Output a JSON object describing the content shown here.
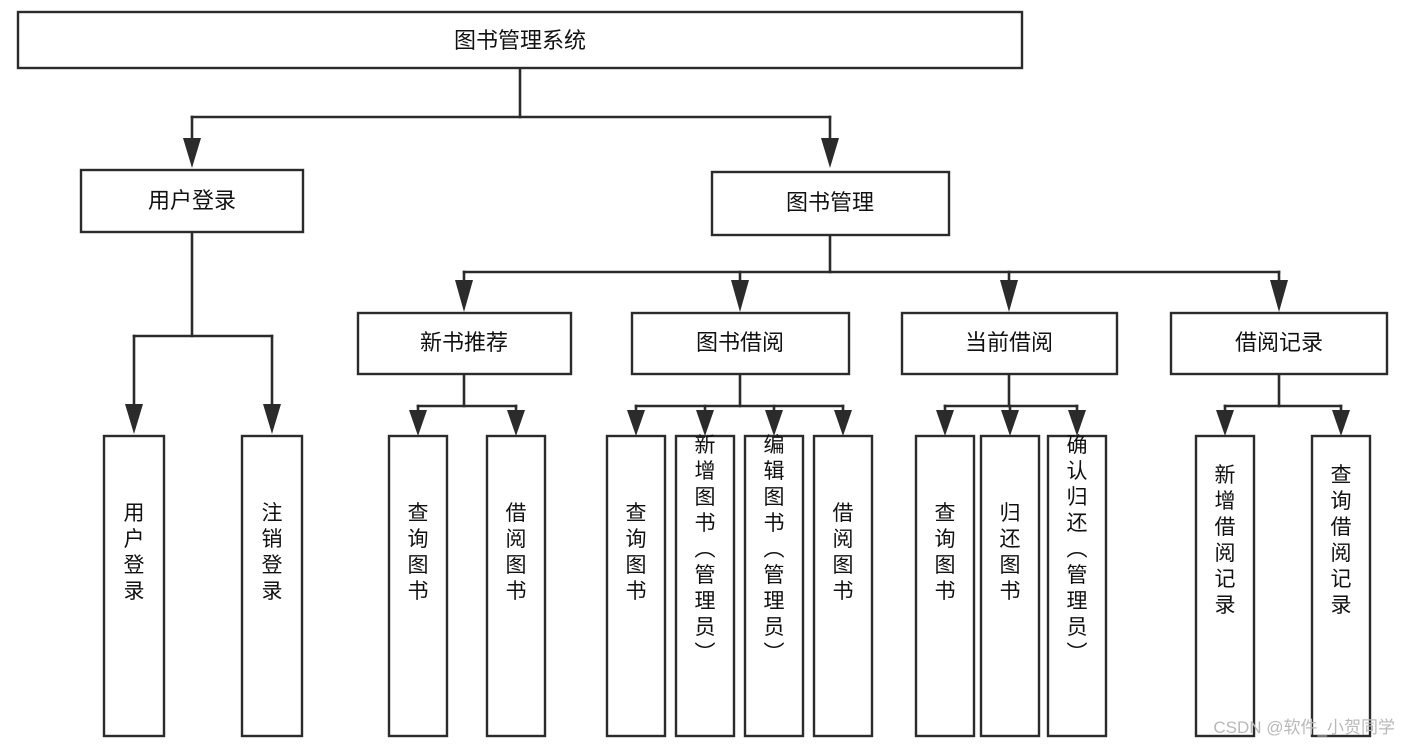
{
  "diagram": {
    "title": "图书管理系统",
    "type": "tree-hierarchy",
    "orientation": "top-down",
    "colors": {
      "box_fill": "#ffffff",
      "box_stroke": "#2b2b2b",
      "connector": "#2b2b2b",
      "text": "#111111",
      "watermark": "#b9b9b9",
      "background": "#ffffff"
    },
    "root": {
      "id": "root",
      "label": "图书管理系统",
      "orientation": "horizontal"
    },
    "level2": [
      {
        "id": "user-login",
        "label": "用户登录",
        "orientation": "horizontal"
      },
      {
        "id": "book-manage",
        "label": "图书管理",
        "orientation": "horizontal"
      }
    ],
    "level3": [
      {
        "id": "new-book-recommend",
        "label": "新书推荐",
        "orientation": "horizontal",
        "parent": "book-manage"
      },
      {
        "id": "book-borrow",
        "label": "图书借阅",
        "orientation": "horizontal",
        "parent": "book-manage"
      },
      {
        "id": "current-borrow",
        "label": "当前借阅",
        "orientation": "horizontal",
        "parent": "book-manage"
      },
      {
        "id": "borrow-record",
        "label": "借阅记录",
        "orientation": "horizontal",
        "parent": "book-manage"
      }
    ],
    "leaves": [
      {
        "id": "leaf-user-login",
        "label": "用户登录",
        "orientation": "vertical",
        "parent": "user-login"
      },
      {
        "id": "leaf-user-logout",
        "label": "注销登录",
        "orientation": "vertical",
        "parent": "user-login"
      },
      {
        "id": "leaf-query-book-1",
        "label": "查询图书",
        "orientation": "vertical",
        "parent": "new-book-recommend"
      },
      {
        "id": "leaf-borrow-book-1",
        "label": "借阅图书",
        "orientation": "vertical",
        "parent": "new-book-recommend"
      },
      {
        "id": "leaf-query-book-2",
        "label": "查询图书",
        "orientation": "vertical",
        "parent": "book-borrow"
      },
      {
        "id": "leaf-add-book",
        "label": "新增图书（管理员）",
        "orientation": "vertical",
        "parent": "book-borrow"
      },
      {
        "id": "leaf-edit-book",
        "label": "编辑图书（管理员）",
        "orientation": "vertical",
        "parent": "book-borrow"
      },
      {
        "id": "leaf-borrow-book-2",
        "label": "借阅图书",
        "orientation": "vertical",
        "parent": "book-borrow"
      },
      {
        "id": "leaf-query-book-3",
        "label": "查询图书",
        "orientation": "vertical",
        "parent": "current-borrow"
      },
      {
        "id": "leaf-return-book",
        "label": "归还图书",
        "orientation": "vertical",
        "parent": "current-borrow"
      },
      {
        "id": "leaf-confirm-return",
        "label": "确认归还（管理员）",
        "orientation": "vertical",
        "parent": "current-borrow"
      },
      {
        "id": "leaf-add-record",
        "label": "新增借阅记录",
        "orientation": "vertical",
        "parent": "borrow-record"
      },
      {
        "id": "leaf-query-record",
        "label": "查询借阅记录",
        "orientation": "vertical",
        "parent": "borrow-record"
      }
    ],
    "watermark": "CSDN @软件_小贺同学"
  }
}
